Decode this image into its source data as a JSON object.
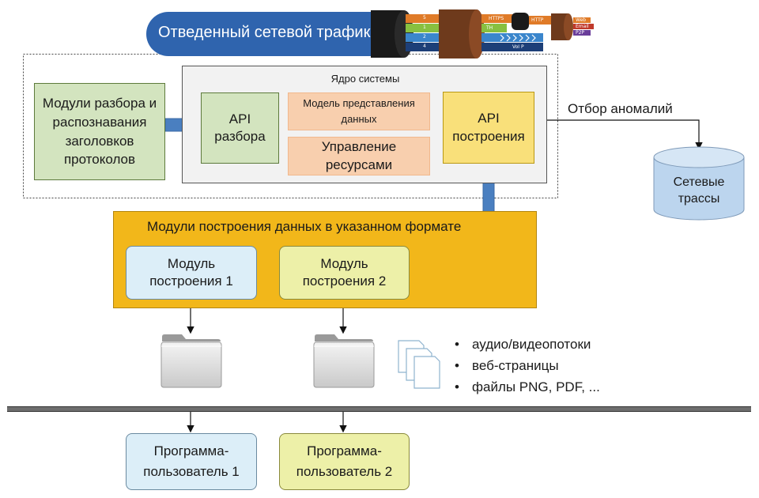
{
  "cable": {
    "title": "Отведенный сетевой трафик",
    "wires": [
      "5",
      "1",
      "2",
      "4"
    ],
    "labels": [
      "HTTPS",
      "TH",
      "VoI P",
      "HTTP"
    ],
    "tags": [
      "Web",
      "Email",
      "P2P"
    ]
  },
  "parsing_modules": "Модули разбора и распознавания заголовков протоколов",
  "core": {
    "title": "Ядро системы",
    "api_parse": "API разбора",
    "data_model": "Модель представления данных",
    "resources": "Управление ресурсами",
    "api_build": "API построения"
  },
  "anomaly_label": "Отбор аномалий",
  "traces": "Сетевые трассы",
  "builders": {
    "title": "Модули построения данных в указанном формате",
    "module1": "Модуль построения 1",
    "module2": "Модуль построения 2"
  },
  "bullets": [
    "аудио/видеопотоки",
    "веб-страницы",
    "файлы PNG, PDF, ..."
  ],
  "users": {
    "user1": "Программа-пользователь 1",
    "user2": "Программа-пользователь 2"
  },
  "colors": {
    "cable_blue": "#2f64ae",
    "builders_orange": "#f2b71a",
    "api_yellow": "#f9e07a",
    "parse_green": "#d3e4bf",
    "peach": "#f8cfae",
    "cylinder": "#bcd5ee",
    "arrow_blue": "#4a7fc0"
  }
}
